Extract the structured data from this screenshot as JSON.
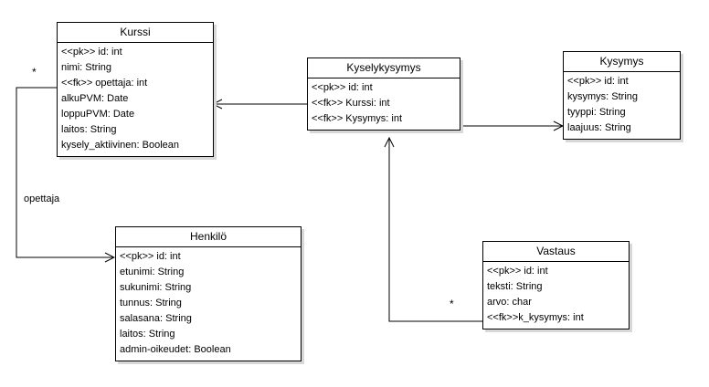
{
  "classes": {
    "kurssi": {
      "name": "Kurssi",
      "attrs": [
        "<<pk>> id: int",
        "nimi: String",
        "<<fk>> opettaja: int",
        "alkuPVM: Date",
        "loppuPVM: Date",
        "laitos: String",
        "kysely_aktiivinen: Boolean"
      ]
    },
    "kyselykysymys": {
      "name": "Kyselykysymys",
      "attrs": [
        "<<pk>> id: int",
        "<<fk>> Kurssi: int",
        "<<fk>> Kysymys: int"
      ]
    },
    "kysymys": {
      "name": "Kysymys",
      "attrs": [
        "<<pk>> id: int",
        "kysymys: String",
        "tyyppi: String",
        "laajuus: String"
      ]
    },
    "henkilo": {
      "name": "Henkilö",
      "attrs": [
        "<<pk>> id: int",
        "etunimi: String",
        "sukunimi: String",
        "tunnus: String",
        "salasana: String",
        "laitos: String",
        "admin-oikeudet: Boolean"
      ]
    },
    "vastaus": {
      "name": "Vastaus",
      "attrs": [
        "<<pk>> id: int",
        "teksti: String",
        "arvo: char",
        "<<fk>>k_kysymys: int"
      ]
    }
  },
  "labels": {
    "opettaja_role": "opettaja",
    "mult_kurssi": "*",
    "mult_vastaus": "*"
  }
}
